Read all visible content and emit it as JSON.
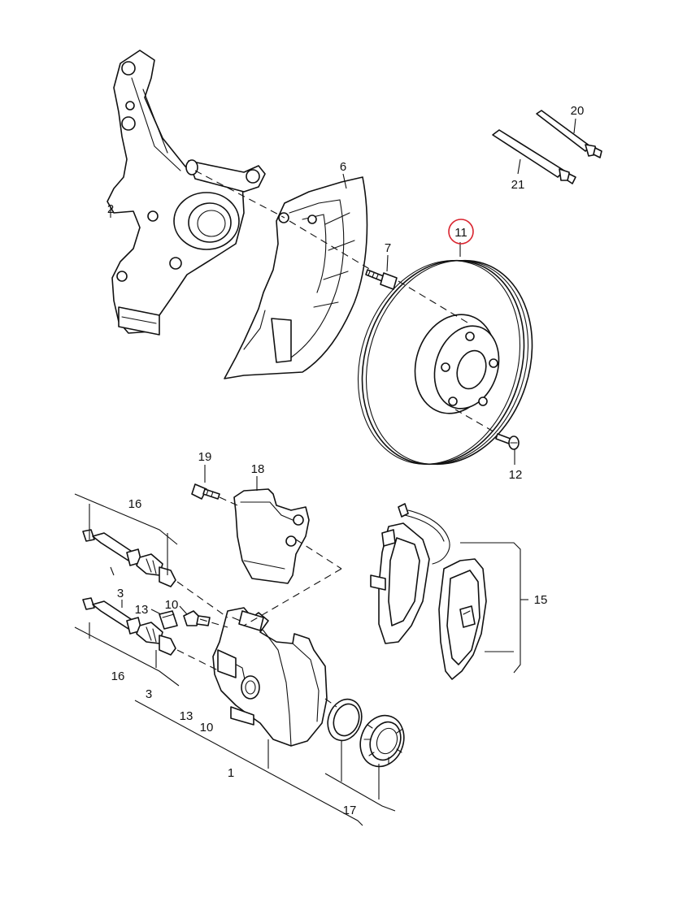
{
  "diagram": {
    "highlight_color": "#d9232e",
    "highlighted_part": "11",
    "callouts": {
      "c1": "1",
      "c2": "2",
      "c3a": "3",
      "c3b": "3",
      "c6": "6",
      "c7": "7",
      "c10a": "10",
      "c10b": "10",
      "c11": "11",
      "c12": "12",
      "c13a": "13",
      "c13b": "13",
      "c15": "15",
      "c16a": "16",
      "c16b": "16",
      "c17": "17",
      "c18": "18",
      "c19": "19",
      "c20": "20",
      "c21": "21"
    }
  }
}
